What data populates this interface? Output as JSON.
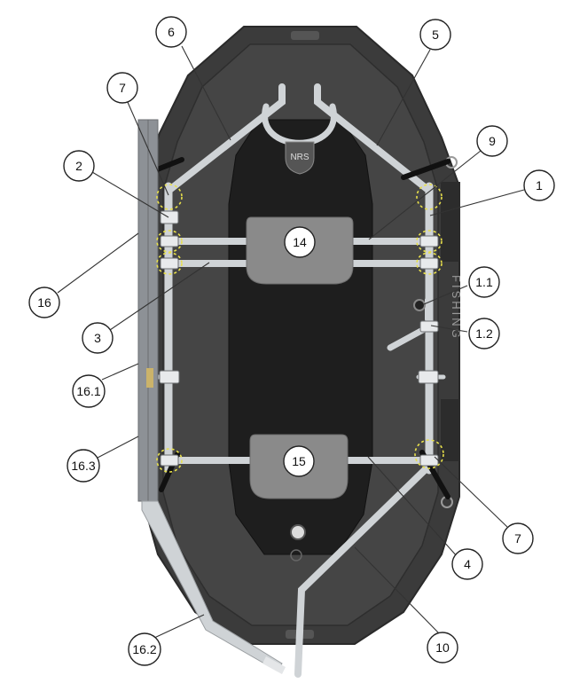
{
  "diagram": {
    "brand_text": "FISHING",
    "logo_text": "NRS",
    "seats": [
      {
        "id": "14",
        "label": "14"
      },
      {
        "id": "15",
        "label": "15"
      }
    ],
    "callouts": [
      {
        "label": "1"
      },
      {
        "label": "1.1"
      },
      {
        "label": "1.2"
      },
      {
        "label": "2"
      },
      {
        "label": "3"
      },
      {
        "label": "4"
      },
      {
        "label": "5"
      },
      {
        "label": "6"
      },
      {
        "label": "7"
      },
      {
        "label": "7"
      },
      {
        "label": "9"
      },
      {
        "label": "10"
      },
      {
        "label": "16"
      },
      {
        "label": "16.1"
      },
      {
        "label": "16.2"
      },
      {
        "label": "16.3"
      }
    ],
    "colors": {
      "hull_outer": "#3b3b3b",
      "hull_inner": "#4a4a4a",
      "floor": "#1e1e1e",
      "frame": "#cfd3d6",
      "seat": "#8a8a8a",
      "highlight": "#e8e04a"
    }
  }
}
